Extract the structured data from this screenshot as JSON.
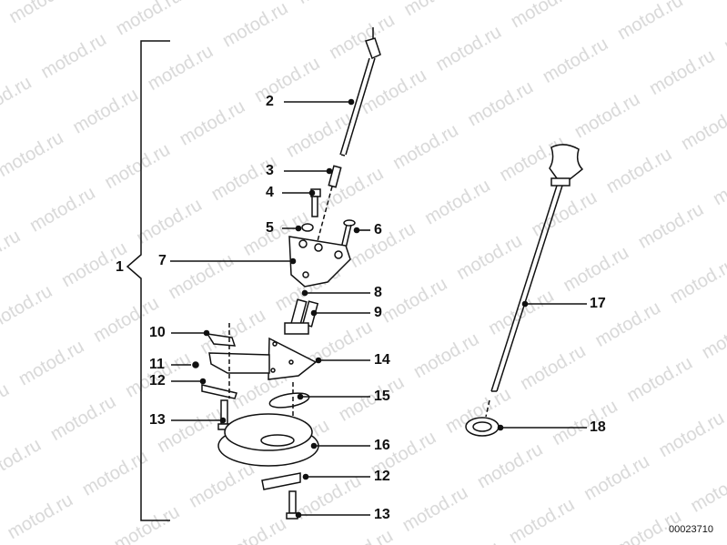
{
  "diagram": {
    "watermark": "motod.ru",
    "drawing_code": "00023710",
    "group_label": "1",
    "callouts": [
      {
        "id": "c2",
        "label": "2"
      },
      {
        "id": "c3",
        "label": "3"
      },
      {
        "id": "c4",
        "label": "4"
      },
      {
        "id": "c5",
        "label": "5"
      },
      {
        "id": "c6",
        "label": "6"
      },
      {
        "id": "c7",
        "label": "7"
      },
      {
        "id": "c8",
        "label": "8"
      },
      {
        "id": "c9",
        "label": "9"
      },
      {
        "id": "c10",
        "label": "10"
      },
      {
        "id": "c11",
        "label": "11"
      },
      {
        "id": "c12a",
        "label": "12"
      },
      {
        "id": "c13a",
        "label": "13"
      },
      {
        "id": "c14",
        "label": "14"
      },
      {
        "id": "c15",
        "label": "15"
      },
      {
        "id": "c16",
        "label": "16"
      },
      {
        "id": "c12b",
        "label": "12"
      },
      {
        "id": "c13b",
        "label": "13"
      },
      {
        "id": "c17",
        "label": "17"
      },
      {
        "id": "c18",
        "label": "18"
      }
    ]
  }
}
